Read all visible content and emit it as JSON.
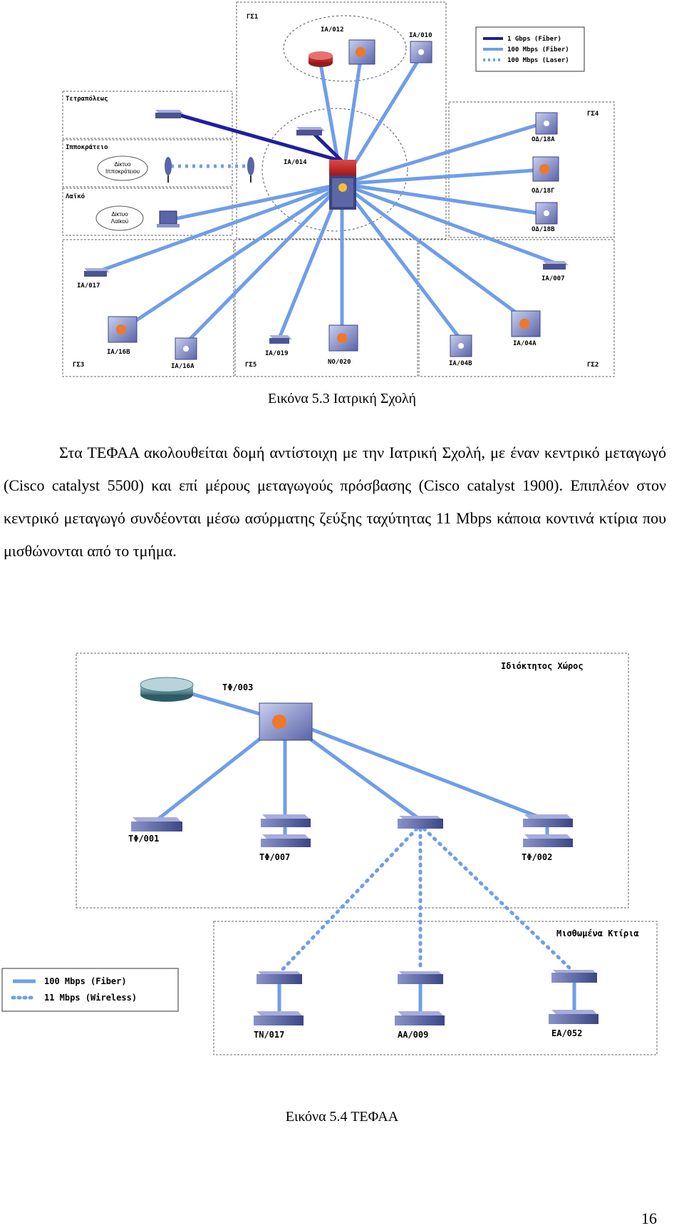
{
  "figure1": {
    "caption": "Εικόνα 5.3 Ιατρική Σχολή",
    "zones": {
      "gs1": "ΓΣ1",
      "gs4": "ΓΣ4",
      "gs3": "ΓΣ3",
      "gs5": "ΓΣ5",
      "gs2": "ΓΣ2",
      "tetrapoleos": "Τετραπόλεως",
      "ippokrateio": "Ιπποκράτειο",
      "laiko": "Λαϊκό"
    },
    "clouds": {
      "ippokrateio_l1": "Δίκτυο",
      "ippokrateio_l2": "Ιπποκράτειου",
      "laiko_l1": "Δίκτυο",
      "laiko_l2": "Λαϊκού"
    },
    "nodes": {
      "ia012": "IA/012",
      "ia010": "IA/010",
      "ia014": "IA/014",
      "od18a": "ΟΔ/18Α",
      "od18g": "ΟΔ/18Γ",
      "od18v": "ΟΔ/18Β",
      "ia017": "IA/017",
      "ia007": "IA/007",
      "ia16v": "IA/16B",
      "ia16a": "IA/16A",
      "ia019": "IA/019",
      "no020": "ΝΟ/020",
      "ia04v": "IA/04B",
      "ia04a": "IA/04A"
    },
    "legend": [
      {
        "label": "1 Gbps (Fiber)",
        "color": "#1f1f9e",
        "style": "solid"
      },
      {
        "label": "100 Mbps (Fiber)",
        "color": "#6f9ee8",
        "style": "solid"
      },
      {
        "label": "100 Mbps (Laser)",
        "color": "#6f9ee8",
        "style": "dotted"
      }
    ]
  },
  "paragraph": "Στα ΤΕΦΑΑ ακολουθείται δομή αντίστοιχη με την Ιατρική Σχολή, με έναν κεντρικό μεταγωγό (Cisco catalyst 5500) και επί μέρους μεταγωγούς πρόσβασης (Cisco catalyst 1900). Επιπλέον στον κεντρικό μεταγωγό συνδέονται μέσω ασύρματης ζεύξης ταχύτητας 11 Mbps κάποια κοντινά κτίρια που μισθώνονται από το τμήμα.",
  "figure2": {
    "caption": "Εικόνα 5.4 ΤΕΦΑΑ",
    "zones": {
      "own": "Ιδιόκτητος Χώρος",
      "rented": "Μισθωμένα Κτίρια"
    },
    "nodes": {
      "tf003": "ΤΦ/003",
      "tf001": "ΤΦ/001",
      "tf007": "ΤΦ/007",
      "tf002": "ΤΦ/002",
      "tn017": "ΤΝ/017",
      "aa009": "ΑΑ/009",
      "ea052": "ΕΑ/052"
    },
    "legend": [
      {
        "label": "100 Mbps (Fiber)",
        "color": "#6f9ee8",
        "style": "solid"
      },
      {
        "label": "11 Mbps (Wireless)",
        "color": "#6f9ee8",
        "style": "dotted"
      }
    ]
  },
  "page_number": "16"
}
